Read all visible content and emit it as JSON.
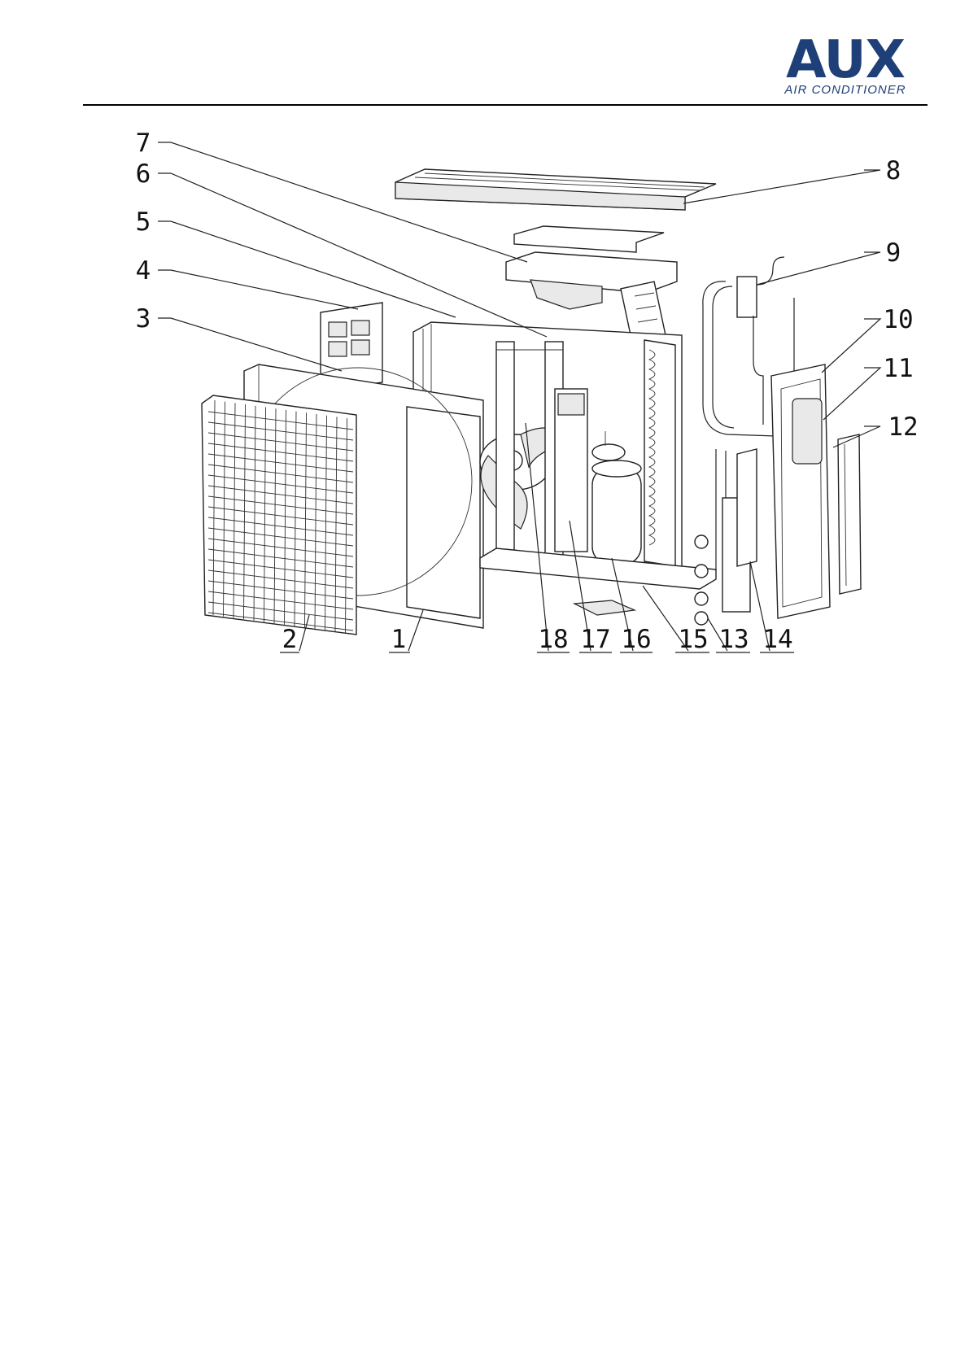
{
  "logo": {
    "name": "AUX",
    "tagline": "AIR CONDITIONER"
  },
  "callouts": [
    {
      "label": "1",
      "underlined": true
    },
    {
      "label": "2",
      "underlined": true
    },
    {
      "label": "3",
      "underlined": false
    },
    {
      "label": "4",
      "underlined": false
    },
    {
      "label": "5",
      "underlined": false
    },
    {
      "label": "6",
      "underlined": false
    },
    {
      "label": "7",
      "underlined": false
    },
    {
      "label": "8",
      "underlined": false
    },
    {
      "label": "9",
      "underlined": false
    },
    {
      "label": "10",
      "underlined": false
    },
    {
      "label": "11",
      "underlined": false
    },
    {
      "label": "12",
      "underlined": false
    },
    {
      "label": "13",
      "underlined": true
    },
    {
      "label": "14",
      "underlined": true
    },
    {
      "label": "15",
      "underlined": true
    },
    {
      "label": "16",
      "underlined": true
    },
    {
      "label": "17",
      "underlined": true
    },
    {
      "label": "18",
      "underlined": true
    }
  ]
}
